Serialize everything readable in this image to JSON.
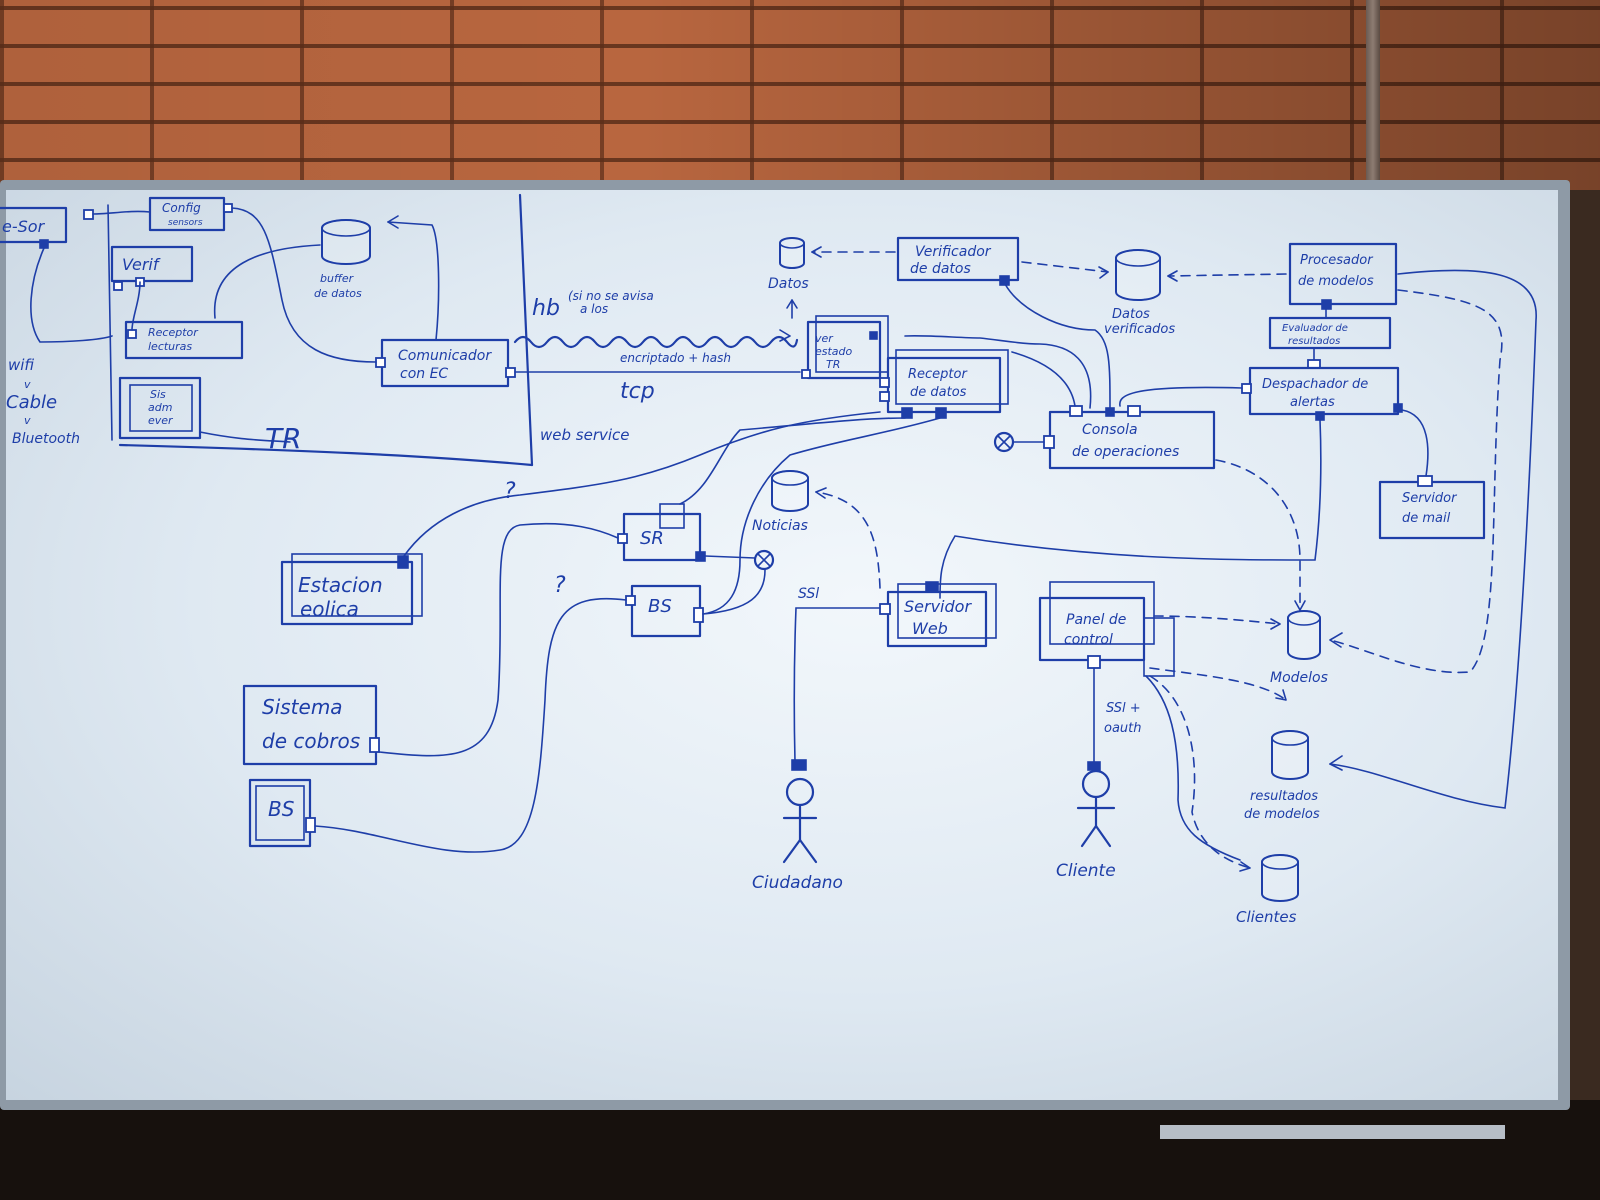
{
  "board": {
    "zone_labels": {
      "tr": "TR",
      "web_service": "web service",
      "tcp": "tcp",
      "wifi": "wifi",
      "cable": "Cable",
      "o1": "v",
      "o2": "v",
      "bluetooth": "Bluetooth"
    },
    "components": {
      "sensor_left": "e-Sor",
      "config_left": "Config",
      "config_left_sub": "sensors",
      "verif": "Verif",
      "receptor_lecturas": "Receptor",
      "receptor_lecturas_sub": "lecturas",
      "sis_admin_l1": "Sis",
      "sis_admin_l2": "adm",
      "sis_admin_l3": "ever",
      "comunicador_l1": "Comunicador",
      "comunicador_l2": "con EC",
      "ver_estado_l1": "ver",
      "ver_estado_l2": "estado",
      "ver_estado_l3": "TR",
      "receptor_datos_l1": "Receptor",
      "receptor_datos_l2": "de datos",
      "verificador_l1": "Verificador",
      "verificador_l2": "de datos",
      "procesador_l1": "Procesador",
      "procesador_l2": "de modelos",
      "evaluador_l1": "Evaluador de",
      "evaluador_l2": "resultados",
      "despachador_l1": "Despachador de",
      "despachador_l2": "alertas",
      "consola_l1": "Consola",
      "consola_l2": "de operaciones",
      "servidor_mail_l1": "Servidor",
      "servidor_mail_l2": "de mail",
      "estacion_l1": "Estacion",
      "estacion_l2": "eolica",
      "sr": "SR",
      "bs_mid": "BS",
      "sistema_cobros_l1": "Sistema",
      "sistema_cobros_l2": "de cobros",
      "bs_box": "BS",
      "servidor_web_l1": "Servidor",
      "servidor_web_l2": "Web",
      "panel_l1": "Panel de",
      "panel_l2": "control"
    },
    "databases": {
      "buffer_l1": "buffer",
      "buffer_l2": "de datos",
      "datos": "Datos",
      "datos_verif_l1": "Datos",
      "datos_verif_l2": "verificados",
      "noticias": "Noticias",
      "modelos": "Modelos",
      "resultados_l1": "resultados",
      "resultados_l2": "de modelos",
      "clientes": "Clientes"
    },
    "actors": {
      "ciudadano": "Ciudadano",
      "cliente": "Cliente"
    },
    "connections": {
      "hb_label": "hb",
      "hb_note_l1": "(si no se avisa",
      "hb_note_l2": "a los",
      "encriptado": "encriptado + hash",
      "ssl": "SSl",
      "ssl_oauth_l1": "SSl +",
      "ssl_oauth_l2": "oauth",
      "question1": "?",
      "question2": "?"
    }
  },
  "colors": {
    "ink": "#1e3ea8",
    "board": "#e6eef5",
    "brick": "#b8663f"
  }
}
